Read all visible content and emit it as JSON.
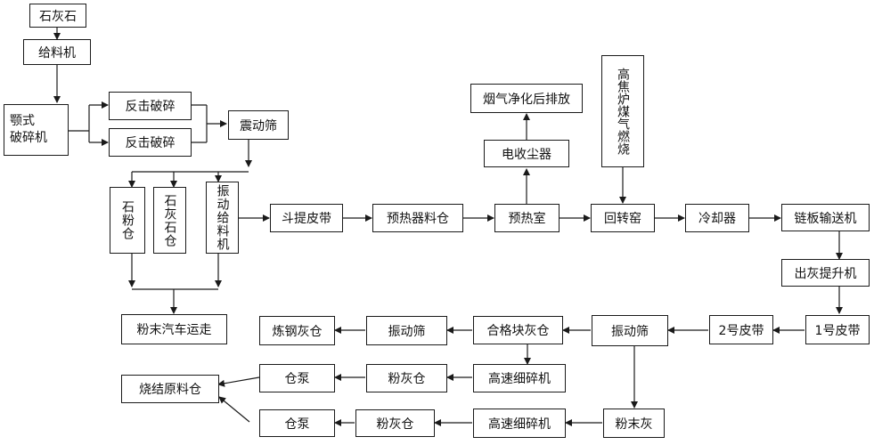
{
  "nodes": {
    "limestone": "石灰石",
    "feeder": "给料机",
    "jaw_crusher": "颚式\n破碎机",
    "impact_crusher_1": "反击破碎",
    "impact_crusher_2": "反击破碎",
    "vibrating_screen_top": "震动筛",
    "stone_powder_bin": "石粉仓",
    "limestone_bin": "石灰石仓",
    "vibrating_feeder": "振动给料机",
    "bucket_belt": "斗提皮带",
    "preheater_bin": "预热器料仓",
    "preheater_room": "预热室",
    "electrostatic_precipitator": "电收尘器",
    "flue_gas_discharge": "烟气净化后排放",
    "coke_oven_gas": "高焦炉煤气燃烧",
    "rotary_kiln": "回转窑",
    "cooler": "冷却器",
    "chain_conveyor": "链板输送机",
    "ash_elevator": "出灰提升机",
    "belt_1": "1号皮带",
    "belt_2": "2号皮带",
    "screen_main": "振动筛",
    "qualified_lump_bin": "合格块灰仓",
    "screen_mid": "振动筛",
    "steel_ash_bin": "炼钢灰仓",
    "powder_truck": "粉末汽车运走",
    "fine_crusher_1": "高速细碎机",
    "powder_bin_1": "粉灰仓",
    "pump_1": "仓泵",
    "sinter_bin": "烧结原料仓",
    "powder_ash": "粉末灰",
    "fine_crusher_2": "高速细碎机",
    "powder_bin_2": "粉灰仓",
    "pump_2": "仓泵"
  }
}
